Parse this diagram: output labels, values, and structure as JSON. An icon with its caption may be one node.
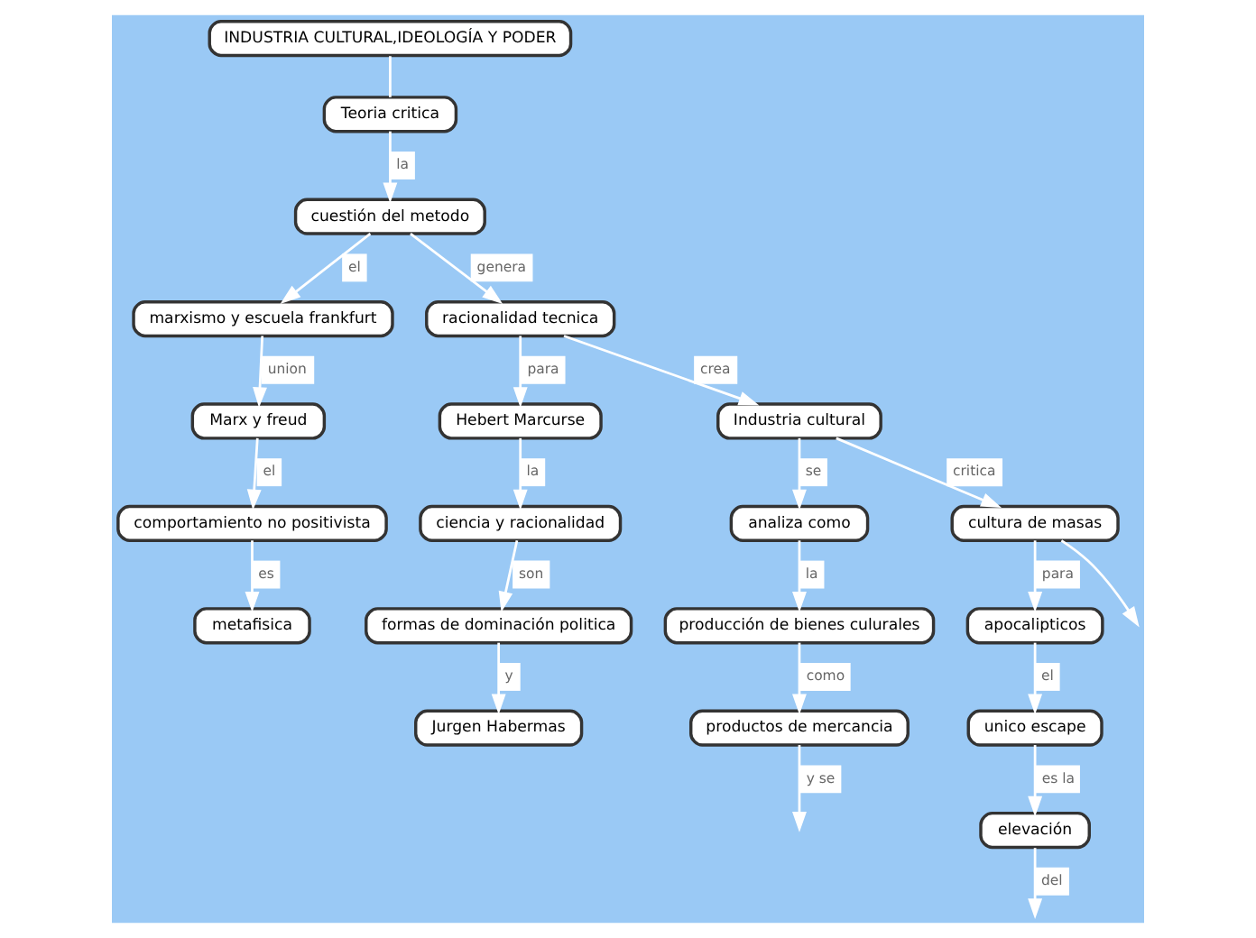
{
  "diagram": {
    "nodes": [
      {
        "text": [
          "INDUSTRIA CULTURAL,IDEOLOGÍA Y PODER"
        ]
      },
      {
        "text": [
          "Teoria critica"
        ]
      },
      {
        "text": [
          "cuestión del metodo"
        ]
      },
      {
        "text": [
          "marxismo y escuela frankfurt"
        ]
      },
      {
        "text": [
          "Marx y freud"
        ]
      },
      {
        "text": [
          "comportamiento no positivista"
        ]
      },
      {
        "text": [
          "metafisica"
        ]
      },
      {
        "text": [
          "racionalidad tecnica"
        ]
      },
      {
        "text": [
          "Hebert Marcurse"
        ]
      },
      {
        "text": [
          "ciencia y racionalidad"
        ]
      },
      {
        "text": [
          "formas de dominación politica"
        ]
      },
      {
        "text": [
          "Jurgen Habermas"
        ]
      },
      {
        "text": [
          "Industria cultural"
        ]
      },
      {
        "text": [
          "analiza como"
        ]
      },
      {
        "text": [
          "producción de bienes culurales"
        ]
      },
      {
        "text": [
          "productos de mercancia"
        ]
      },
      {
        "text": [
          "cultura de masas"
        ]
      },
      {
        "text": [
          "apocalipticos"
        ]
      },
      {
        "text": [
          "unico escape"
        ]
      },
      {
        "text": [
          "elevación"
        ]
      }
    ],
    "edges": [
      {
        "from": 0,
        "to": 1,
        "arrow": "none"
      },
      {
        "from": 1,
        "to": 2,
        "arrow": "to",
        "label": "la"
      },
      {
        "from": 2,
        "to": 3,
        "arrow": "to",
        "label": "el"
      },
      {
        "from": 3,
        "to": 4,
        "arrow": "to",
        "label": "union"
      },
      {
        "from": 4,
        "to": 5,
        "arrow": "to",
        "label": "el"
      },
      {
        "from": 5,
        "to": 6,
        "arrow": "to",
        "label": "es"
      },
      {
        "from": 2,
        "to": 7,
        "arrow": "to",
        "label": "genera"
      },
      {
        "from": 7,
        "to": 12,
        "arrow": "to",
        "label": "crea"
      },
      {
        "from": 7,
        "to": 8,
        "arrow": "to",
        "label": "para"
      },
      {
        "from": 8,
        "to": 9,
        "arrow": "to",
        "label": "la"
      },
      {
        "from": 9,
        "to": 10,
        "arrow": "to",
        "label": "son"
      },
      {
        "from": 10,
        "to": 11,
        "arrow": "to",
        "label": "y"
      },
      {
        "from": 12,
        "to": 13,
        "arrow": "to",
        "label": "se"
      },
      {
        "from": 13,
        "to": 14,
        "arrow": "to",
        "label": "la"
      },
      {
        "from": 14,
        "to": 15,
        "arrow": "to",
        "label": "como"
      },
      {
        "from": 15,
        "to": null,
        "arrow": "to",
        "label": "y se"
      },
      {
        "from": 12,
        "to": 16,
        "arrow": "to",
        "label": "critica"
      },
      {
        "from": 16,
        "to": 17,
        "arrow": "to",
        "label": "para"
      },
      {
        "from": 16,
        "to": null,
        "arrow": "to"
      },
      {
        "from": 17,
        "to": 18,
        "arrow": "to",
        "label": "el"
      },
      {
        "from": 18,
        "to": 19,
        "arrow": "to",
        "label": "es la"
      },
      {
        "from": 19,
        "to": null,
        "arrow": "to",
        "label": "del"
      }
    ]
  }
}
